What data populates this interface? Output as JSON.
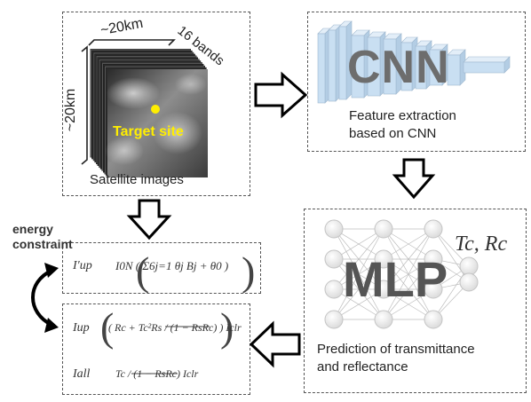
{
  "satellite": {
    "width_label": "~20km",
    "height_label": "~20km",
    "bands_label": "16 bands",
    "target_label": "Target site",
    "caption": "Satellite images"
  },
  "cnn": {
    "title": "CNN",
    "caption_line1": "Feature extraction",
    "caption_line2": "based on CNN"
  },
  "mlp": {
    "title": "MLP",
    "outputs": "Tc, Rc",
    "caption_line1": "Prediction of transmittance",
    "caption_line2": "and reflectance"
  },
  "energy": {
    "label_line1": "energy",
    "label_line2": "constraint"
  },
  "equations": {
    "eq1_lhs": "I′up",
    "eq1_rhs": "I0N ( Σ6j=1 θj Bj + θ0 )",
    "eq2_lhs": "Iup",
    "eq2_rhs": "( Rc + Tc²Rs / (1 − RsRc) ) Iclr",
    "eq3_lhs": "Iall",
    "eq3_rhs": "Tc / (1 − RsRc) Iclr"
  },
  "colors": {
    "cnn_layer": "#c9dff2",
    "cnn_text": "#6d6d6d",
    "mlp_text": "#6a6a6a",
    "target_dot": "#ffee00",
    "dash": "#555555"
  }
}
